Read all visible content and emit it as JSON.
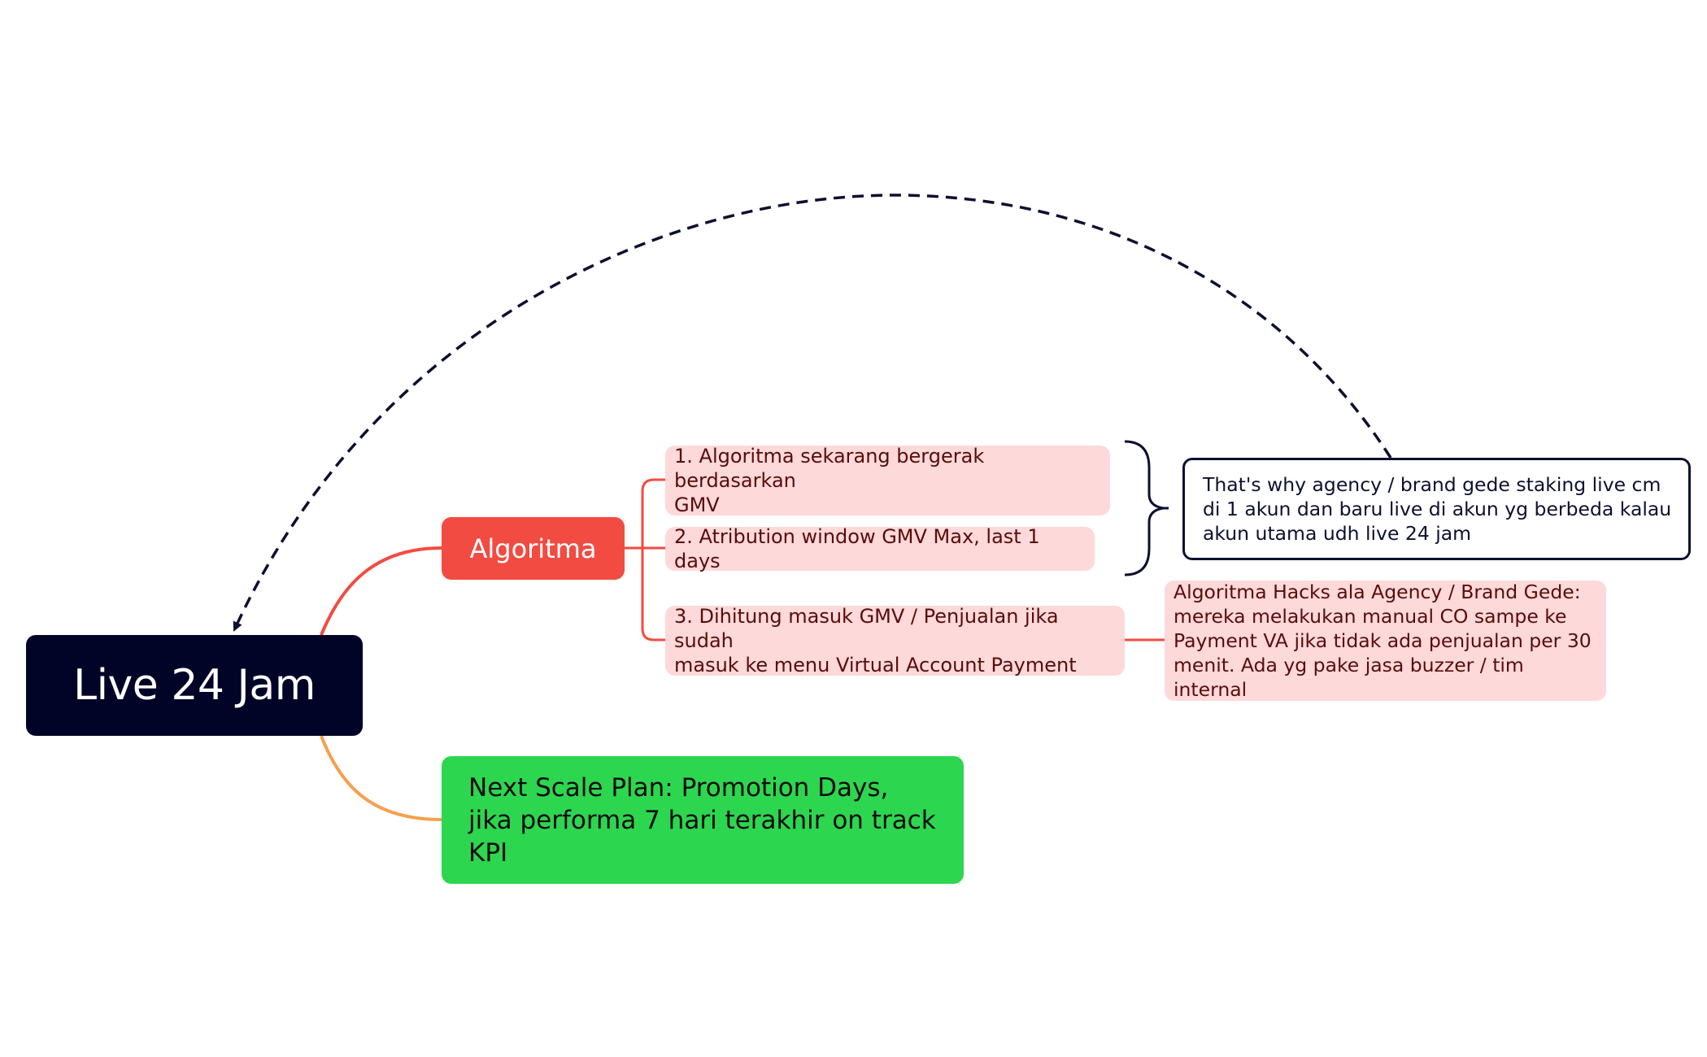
{
  "root": {
    "label": "Live 24 Jam"
  },
  "algoritma": {
    "label": "Algoritma",
    "items": [
      {
        "text": "1. Algoritma sekarang bergerak berdasarkan\nGMV"
      },
      {
        "text": "2. Atribution window GMV Max, last 1 days"
      },
      {
        "text": "3. Dihitung masuk GMV / Penjualan jika sudah\nmasuk ke menu Virtual Account Payment"
      }
    ],
    "hacks": "Algoritma Hacks ala Agency / Brand Gede:\nmereka melakukan manual CO sampe ke\nPayment VA jika tidak ada penjualan per 30\nmenit. Ada yg pake jasa buzzer / tim internal",
    "summary": "That's why agency / brand gede staking live cm\ndi 1 akun dan baru live di akun yg berbeda kalau\nakun utama udh live 24 jam"
  },
  "next_plan": {
    "label": "Next Scale Plan: Promotion Days,\njika performa 7 hari terakhir on track\nKPI"
  },
  "colors": {
    "root_bg": "#020427",
    "algoritma_bg": "#f24b41",
    "subtopic_bg": "#fdd9d9",
    "next_bg": "#2dd64f",
    "branch_red": "#f24b41",
    "branch_orange": "#f5a04e",
    "relationship": "#0b1030"
  }
}
